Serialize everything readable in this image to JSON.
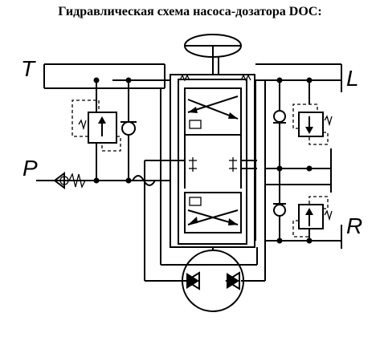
{
  "diagram": {
    "title": "Гидравлическая схема насоса-дозатора DOC:",
    "ports": {
      "t": "T",
      "l": "L",
      "p": "P",
      "r": "R"
    }
  }
}
